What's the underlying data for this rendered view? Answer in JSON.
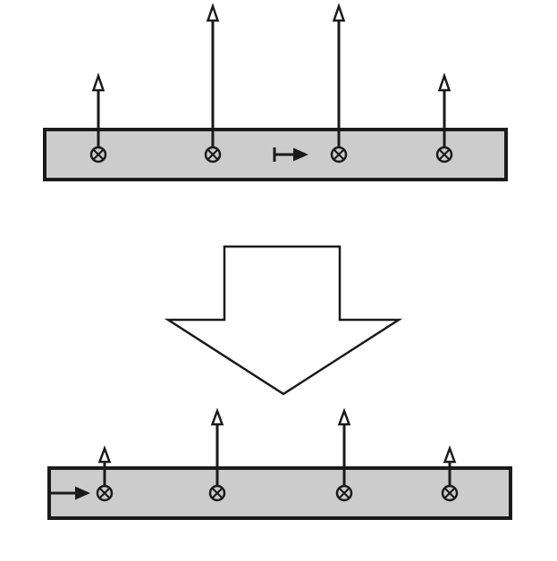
{
  "colors": {
    "bar_fill": "#cccccc",
    "stroke": "#1a1a1a",
    "arrow_fill": "#ffffff",
    "background": "#ffffff"
  },
  "panels": [
    {
      "id": "before",
      "sites": [
        {
          "id": "site-1",
          "vector_length": "short"
        },
        {
          "id": "site-2",
          "vector_length": "long"
        },
        {
          "id": "site-3",
          "vector_length": "long"
        },
        {
          "id": "site-4",
          "vector_length": "short"
        }
      ],
      "direction_marker": {
        "shape": "barred-arrow",
        "points": "right",
        "between": [
          "site-2",
          "site-3"
        ]
      }
    },
    {
      "id": "after",
      "sites": [
        {
          "id": "site-1",
          "vector_length": "short"
        },
        {
          "id": "site-2",
          "vector_length": "long"
        },
        {
          "id": "site-3",
          "vector_length": "long"
        },
        {
          "id": "site-4",
          "vector_length": "short"
        }
      ],
      "direction_marker": {
        "shape": "arrow",
        "points": "right",
        "between": [
          "left-edge",
          "site-1"
        ]
      }
    }
  ],
  "transition": {
    "shape": "block-arrow",
    "points": "down",
    "style": "outline"
  }
}
